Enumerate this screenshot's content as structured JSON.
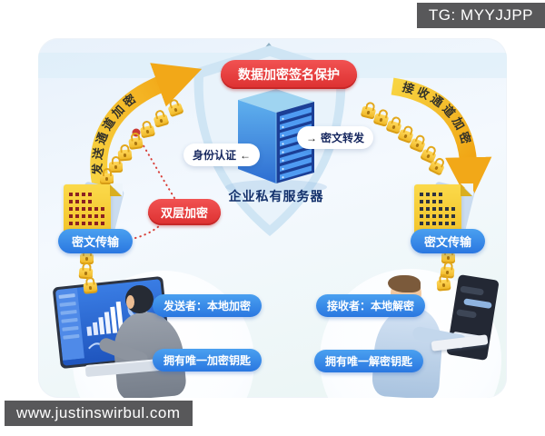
{
  "watermarks": {
    "tg": "TG: MYYJJPP",
    "site": "www.justinswirbul.com"
  },
  "diagram": {
    "title_badge": "数据加密签名保护",
    "server": {
      "label": "企业私有服务器",
      "auth_pill": "身份认证",
      "auth_arrow": "←",
      "forward_arrow": "→",
      "forward_pill": "密文转发"
    },
    "left_channel": {
      "arrow_label": "发送通道加密",
      "doc_pill": "密文传输",
      "annotation": "双层加密"
    },
    "right_channel": {
      "arrow_label": "接收通道加密",
      "doc_pill": "密文传输"
    },
    "sender": {
      "role_pill": "发送者：本地加密",
      "key_pill": "拥有唯一加密钥匙"
    },
    "receiver": {
      "role_pill": "接收者：本地解密",
      "key_pill": "拥有唯一解密钥匙"
    },
    "colors": {
      "accent_red": "#e23c3c",
      "accent_blue": "#2f80e0",
      "accent_yellow": "#f2a818",
      "navy": "#12306b"
    }
  }
}
